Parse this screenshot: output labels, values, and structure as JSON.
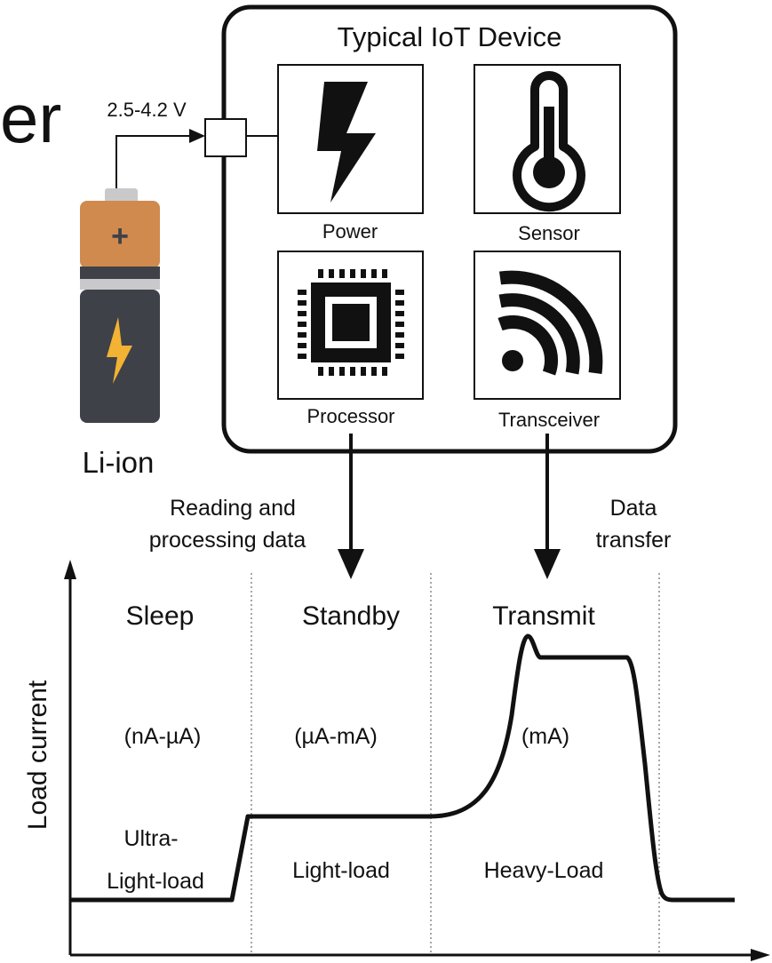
{
  "heading_fragment": "er",
  "device": {
    "title": "Typical IoT Device",
    "modules": {
      "power": "Power",
      "sensor": "Sensor",
      "processor": "Processor",
      "transceiver": "Transceiver"
    }
  },
  "battery": {
    "voltage": "2.5-4.2 V",
    "label": "Li-ion",
    "plus": "+",
    "colors": {
      "cap": "#d08a4d",
      "body": "#3f4148",
      "band": "#c9c9cc",
      "bolt": "#f2b233"
    }
  },
  "annotations": {
    "processor_line1": "Reading and",
    "processor_line2": "processing data",
    "transceiver_line1": "Data",
    "transceiver_line2": "transfer"
  },
  "chart": {
    "ylabel": "Load current",
    "modes": [
      {
        "name": "Sleep",
        "range": "(nA-µA)",
        "load_line1": "Ultra-",
        "load_line2": "Light-load"
      },
      {
        "name": "Standby",
        "range": "(µA-mA)",
        "load_line1": "Light-load",
        "load_line2": ""
      },
      {
        "name": "Transmit",
        "range": "(mA)",
        "load_line1": "Heavy-Load",
        "load_line2": ""
      }
    ]
  }
}
